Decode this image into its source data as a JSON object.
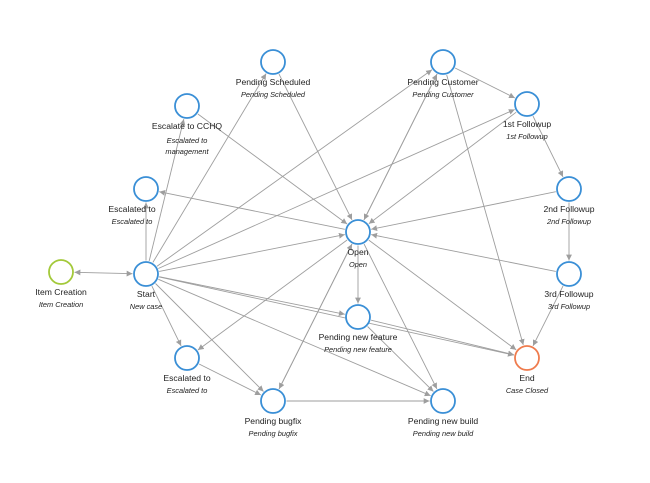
{
  "colors": {
    "state": "#3a8fd6",
    "start_state": "#a3c93a",
    "end_state": "#ef7c4e",
    "edge": "#9e9e9e"
  },
  "nodes": [
    {
      "id": "item_creation",
      "title": "Item Creation",
      "subtitle": "Item Creation",
      "kind": "start"
    },
    {
      "id": "start",
      "title": "Start",
      "subtitle": "New case",
      "kind": "state"
    },
    {
      "id": "escalate_cchq",
      "title": "Escalate to CCHQ",
      "subtitle": "Escalated to management",
      "kind": "state"
    },
    {
      "id": "pending_scheduled",
      "title": "Pending Scheduled",
      "subtitle": "Pending Scheduled",
      "kind": "state"
    },
    {
      "id": "pending_customer",
      "title": "Pending Customer",
      "subtitle": "Pending Customer",
      "kind": "state"
    },
    {
      "id": "followup1",
      "title": "1st Followup",
      "subtitle": "1st Followup",
      "kind": "state"
    },
    {
      "id": "followup2",
      "title": "2nd Followup",
      "subtitle": "2nd Followup",
      "kind": "state"
    },
    {
      "id": "followup3",
      "title": "3rd Followup",
      "subtitle": "3rd Followup",
      "kind": "state"
    },
    {
      "id": "escalated_top",
      "title": "Escalated to",
      "subtitle": "Escalated to",
      "kind": "state"
    },
    {
      "id": "open",
      "title": "Open",
      "subtitle": "Open",
      "kind": "state"
    },
    {
      "id": "pending_feature",
      "title": "Pending new feature",
      "subtitle": "Pending new feature",
      "kind": "state"
    },
    {
      "id": "end",
      "title": "End",
      "subtitle": "Case Closed",
      "kind": "end"
    },
    {
      "id": "escalated_bottom",
      "title": "Escalated to",
      "subtitle": "Escalated to",
      "kind": "state"
    },
    {
      "id": "pending_bugfix",
      "title": "Pending bugfix",
      "subtitle": "Pending bugfix",
      "kind": "state"
    },
    {
      "id": "pending_build",
      "title": "Pending new build",
      "subtitle": "Pending new build",
      "kind": "state"
    }
  ],
  "edges": [
    {
      "from": "start",
      "to": "item_creation",
      "both": true
    },
    {
      "from": "start",
      "to": "escalated_top"
    },
    {
      "from": "start",
      "to": "escalate_cchq"
    },
    {
      "from": "start",
      "to": "pending_scheduled"
    },
    {
      "from": "start",
      "to": "pending_customer"
    },
    {
      "from": "start",
      "to": "followup1"
    },
    {
      "from": "start",
      "to": "open"
    },
    {
      "from": "start",
      "to": "pending_feature"
    },
    {
      "from": "start",
      "to": "escalated_bottom"
    },
    {
      "from": "start",
      "to": "pending_bugfix"
    },
    {
      "from": "start",
      "to": "pending_build"
    },
    {
      "from": "start",
      "to": "end"
    },
    {
      "from": "open",
      "to": "escalated_top"
    },
    {
      "from": "escalate_cchq",
      "to": "open"
    },
    {
      "from": "pending_scheduled",
      "to": "open"
    },
    {
      "from": "pending_customer",
      "to": "open"
    },
    {
      "from": "open",
      "to": "pending_customer"
    },
    {
      "from": "pending_customer",
      "to": "followup1"
    },
    {
      "from": "pending_customer",
      "to": "end"
    },
    {
      "from": "followup1",
      "to": "open"
    },
    {
      "from": "followup1",
      "to": "followup2"
    },
    {
      "from": "followup2",
      "to": "open"
    },
    {
      "from": "followup2",
      "to": "followup3"
    },
    {
      "from": "followup3",
      "to": "open"
    },
    {
      "from": "followup3",
      "to": "end"
    },
    {
      "from": "open",
      "to": "pending_feature"
    },
    {
      "from": "open",
      "to": "end"
    },
    {
      "from": "open",
      "to": "escalated_bottom"
    },
    {
      "from": "open",
      "to": "pending_bugfix"
    },
    {
      "from": "open",
      "to": "pending_build"
    },
    {
      "from": "pending_feature",
      "to": "end"
    },
    {
      "from": "pending_feature",
      "to": "pending_build"
    },
    {
      "from": "escalated_bottom",
      "to": "pending_bugfix"
    },
    {
      "from": "pending_bugfix",
      "to": "pending_build"
    },
    {
      "from": "pending_bugfix",
      "to": "open"
    }
  ]
}
